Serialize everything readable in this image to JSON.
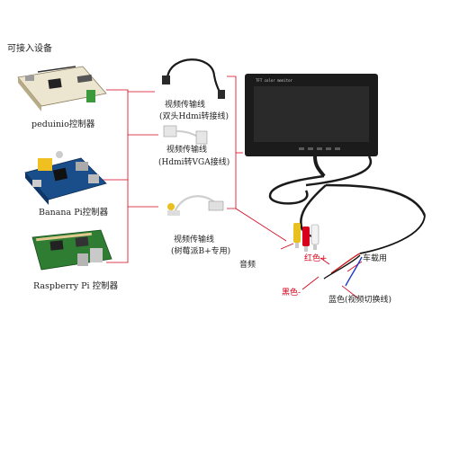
{
  "title": "可接入设备",
  "devices": {
    "peduino": "peduinio控制器",
    "banana": "Banana Pi控制器",
    "raspberry": "Raspberry Pi 控制器"
  },
  "cables": {
    "hdmi": {
      "name": "视频传输线",
      "note": "(双头Hdmi转接线)"
    },
    "vga": {
      "name": "视频传输线",
      "note": "(Hdmi转VGA接线)"
    },
    "rca": {
      "name": "视频传输线",
      "note": "(树莓派B+专用)"
    }
  },
  "monitor": {
    "brand": "TFT color monitor"
  },
  "wires": {
    "audio": "音频",
    "red": "红色+",
    "car": "车载用",
    "black": "黑色-",
    "blue": "蓝色(视频切换线)"
  },
  "colors": {
    "connector_red": "#d8001a",
    "board_green": "#2e7d32",
    "board_blue": "#1a4e8a",
    "screen_black": "#1b1b1b"
  }
}
